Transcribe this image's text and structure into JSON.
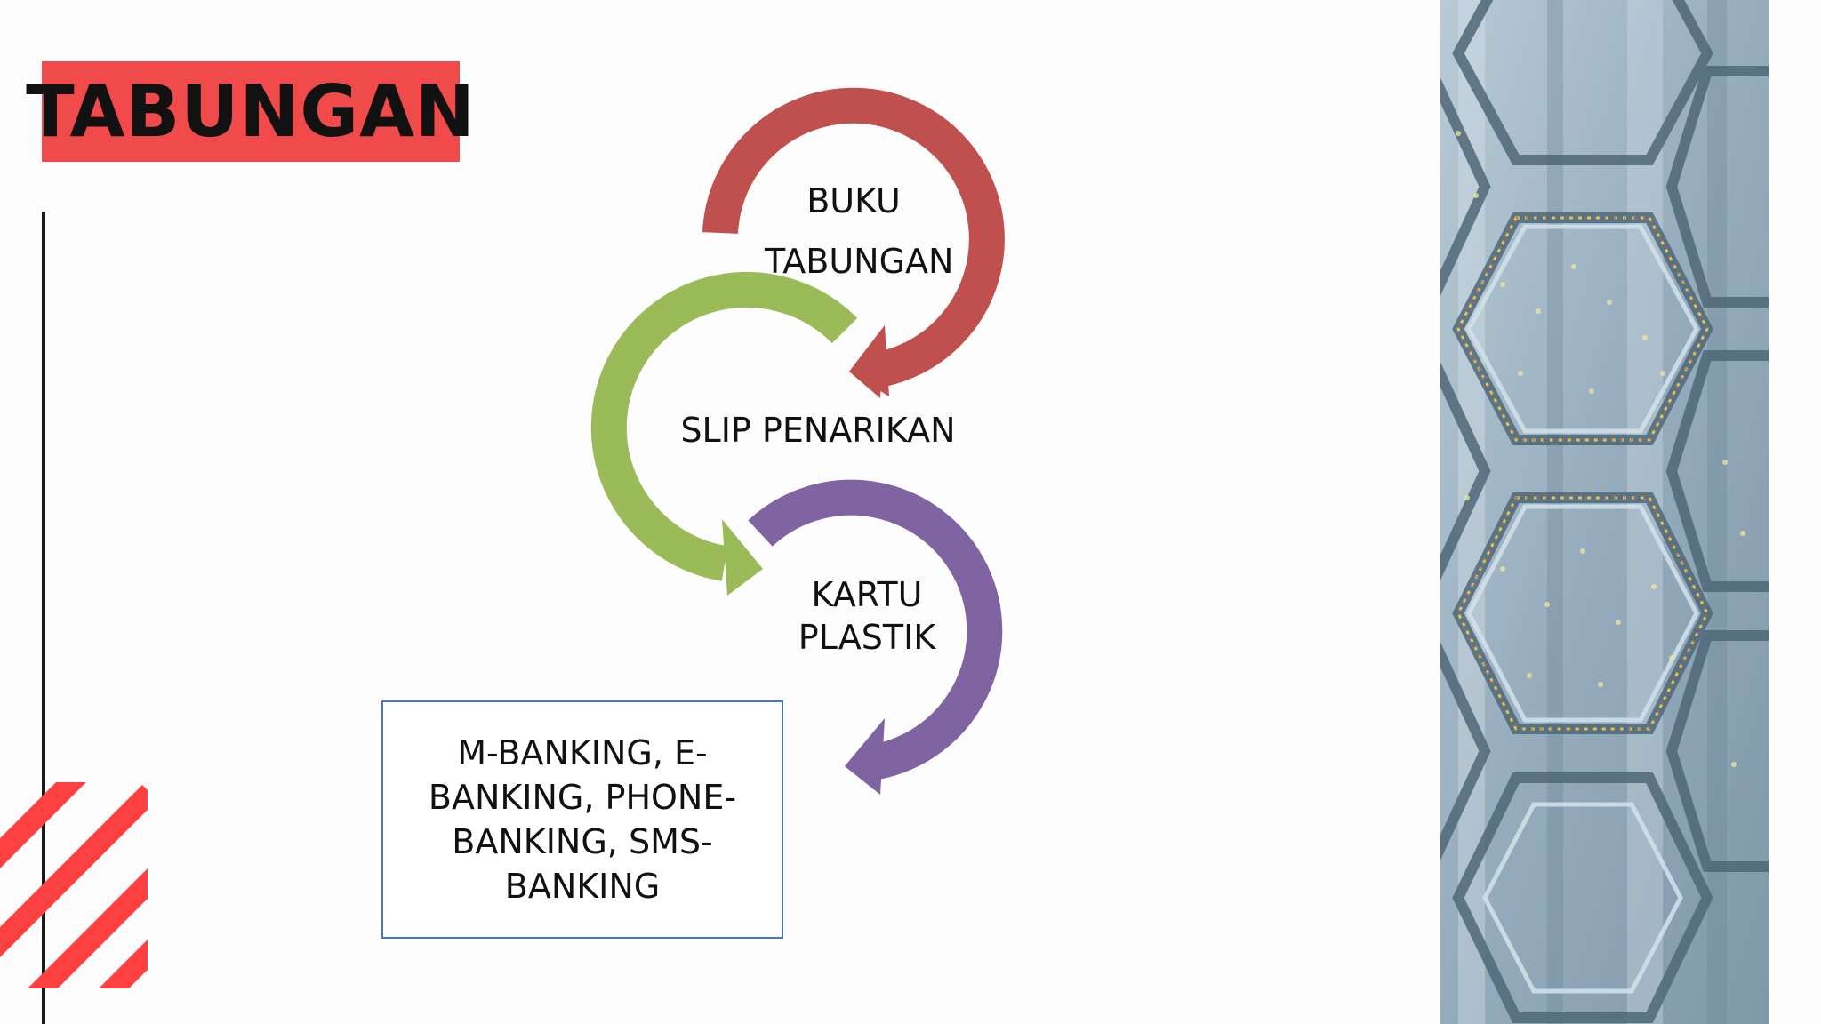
{
  "slide": {
    "title": "TABUNGAN"
  },
  "flow": {
    "items": [
      {
        "lines": [
          "BUKU",
          "TABUNGAN"
        ],
        "color": "#c0504d"
      },
      {
        "lines": [
          "SLIP PENARIKAN"
        ],
        "color": "#9bbb59"
      },
      {
        "lines": [
          "KARTU",
          "PLASTIK"
        ],
        "color": "#8064a2"
      }
    ],
    "final_box": {
      "text": "M-BANKING, E-BANKING, PHONE-BANKING, SMS-BANKING",
      "border_color": "#4a77b6"
    }
  },
  "colors": {
    "title_background": "#f14a4a",
    "accent_stripes": "#ff4040",
    "panel_base": "#9db3c4",
    "panel_hex_outline": "#5f7a8c"
  }
}
